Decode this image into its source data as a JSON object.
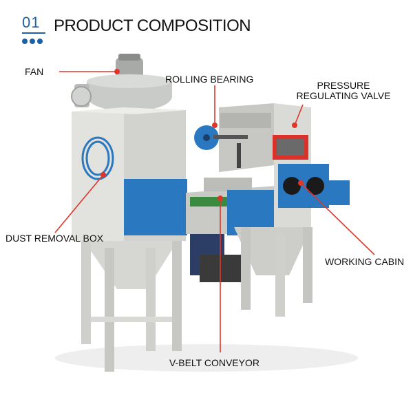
{
  "header": {
    "number": "01",
    "title": "PRODUCT COMPOSITION",
    "accent_color": "#1f5fa8"
  },
  "labels": {
    "fan": "FAN",
    "rolling_bearing": "ROLLING BEARING",
    "pressure_valve_line1": "PRESSURE",
    "pressure_valve_line2": "REGULATING VALVE",
    "dust_removal_box": "DUST REMOVAL BOX",
    "working_cabin": "WORKING CABIN",
    "v_belt_conveyor": "V-BELT CONVEYOR"
  },
  "colors": {
    "leader_line": "#e0352b",
    "machine_body": "#dcdcd8",
    "panel_blue": "#2a78c0",
    "window_red": "#d8322a"
  }
}
